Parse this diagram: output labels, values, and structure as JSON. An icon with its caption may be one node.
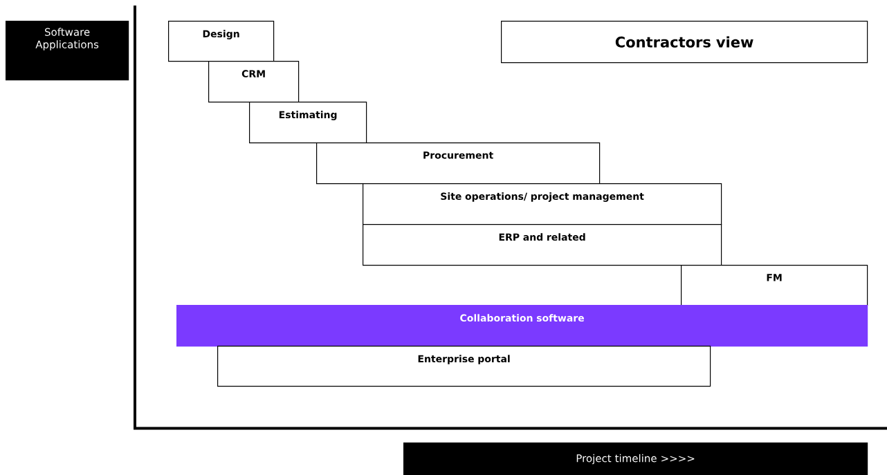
{
  "diagram": {
    "nodes": [
      {
        "text": [
          "Software Applications"
        ]
      },
      {
        "text": [
          "Contractors view"
        ]
      },
      {
        "text": [
          "Design"
        ]
      },
      {
        "text": [
          "CRM"
        ]
      },
      {
        "text": [
          "Estimating"
        ]
      },
      {
        "text": [
          "Procurement"
        ]
      },
      {
        "text": [
          "Site operations/ project management"
        ]
      },
      {
        "text": [
          "ERP and related"
        ]
      },
      {
        "text": [
          "FM"
        ]
      },
      {
        "text": [
          "Collaboration software"
        ]
      },
      {
        "text": [
          "Enterprise portal"
        ]
      },
      {
        "text": [
          "Project timeline >>>>"
        ]
      }
    ]
  }
}
